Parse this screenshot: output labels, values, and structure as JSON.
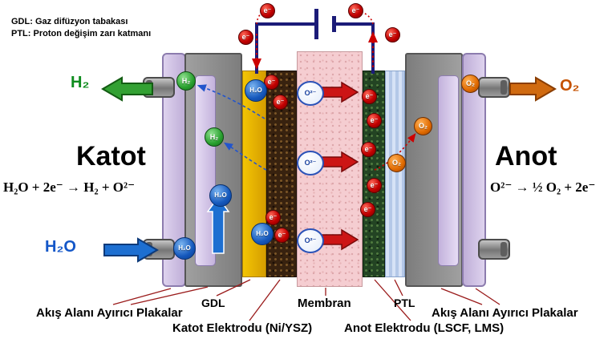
{
  "legend": {
    "gdl": "GDL: Gaz difüzyon tabakası",
    "ptl": "PTL: Proton değişim zarı katmanı"
  },
  "cathode": {
    "title": "Katot",
    "reaction": "H₂O + 2e⁻ → H₂ + O²⁻",
    "outlet_label": "H₂",
    "inlet_label": "H₂O"
  },
  "anode": {
    "title": "Anot",
    "reaction": "O²⁻ → ½ O₂ + 2e⁻",
    "outlet_label": "O₂"
  },
  "particles": {
    "electron": "e⁻",
    "water": "H₂O",
    "hydrogen": "H₂",
    "oxygen": "O₂",
    "oxide_ion": "O²⁻"
  },
  "layer_labels": {
    "separator_left": "Akış Alanı Ayırıcı Plakalar",
    "gdl": "GDL",
    "cathode_electrode": "Katot Elektrodu (Ni/YSZ)",
    "membrane": "Membran",
    "anode_electrode": "Anot Elektrodu (LSCF, LMS)",
    "ptl": "PTL",
    "separator_right": "Akış Alanı Ayırıcı Plakalar"
  },
  "colors": {
    "membrane_pink": "#f5cdd1",
    "gdl_gold": "#e8b900",
    "cathode_brown": "#38220f",
    "anode_green": "#234423",
    "ptl_blue": "#bcd0ec",
    "separator_gray": "#8e8e8e",
    "plate_lavender": "#cfc2e4",
    "electron_red": "#c20000",
    "hydrogen_green": "#0e8c1e",
    "water_blue": "#1457c8",
    "oxygen_orange": "#c55200",
    "circuit_navy": "#1b1b78"
  }
}
